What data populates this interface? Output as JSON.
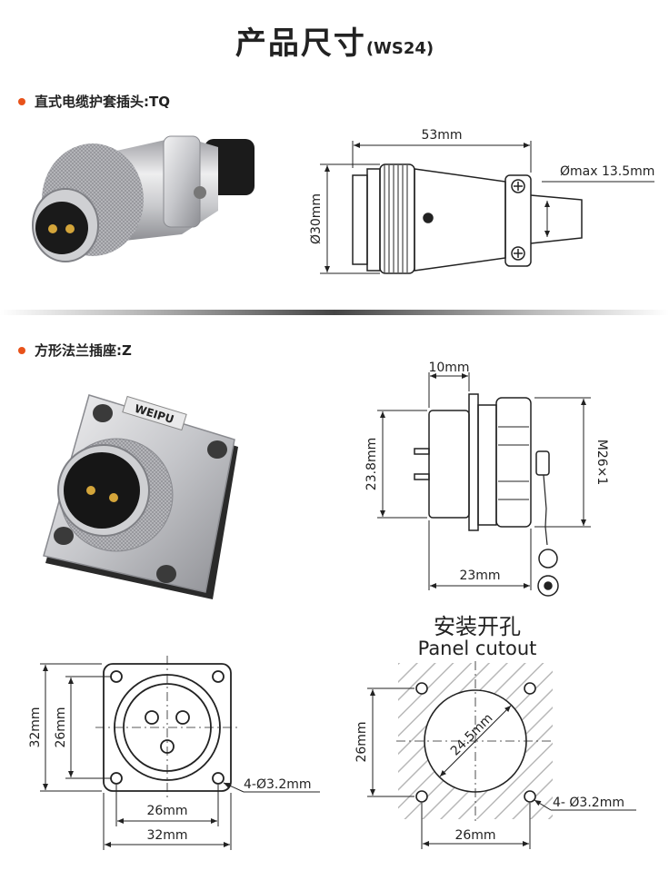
{
  "header": {
    "title": "产品尺寸",
    "model": "(WS24)"
  },
  "section1": {
    "label": "直式电缆护套插头:TQ"
  },
  "section2": {
    "label": "方形法兰插座:Z"
  },
  "plug_drawing": {
    "length": "53mm",
    "cable_dia": "Ømax 13.5mm",
    "body_dia": "Ø30mm"
  },
  "socket_side": {
    "flange_offset": "10mm",
    "height": "23.8mm",
    "thread": "M26×1",
    "depth": "23mm"
  },
  "socket_front": {
    "inner_width": "26mm",
    "outer_width": "32mm",
    "inner_height": "26mm",
    "outer_height": "32mm",
    "holes": "4-Ø3.2mm"
  },
  "cutout": {
    "title_cn": "安装开孔",
    "title_en": "Panel cutout",
    "diameter": "24.5mm",
    "spacing_h": "26mm",
    "spacing_v": "26mm",
    "holes": "4- Ø3.2mm"
  },
  "photo_text": {
    "brand": "WEIPU"
  },
  "colors": {
    "accent": "#e8521a",
    "line": "#222222",
    "metal": "#c8c8cc"
  }
}
